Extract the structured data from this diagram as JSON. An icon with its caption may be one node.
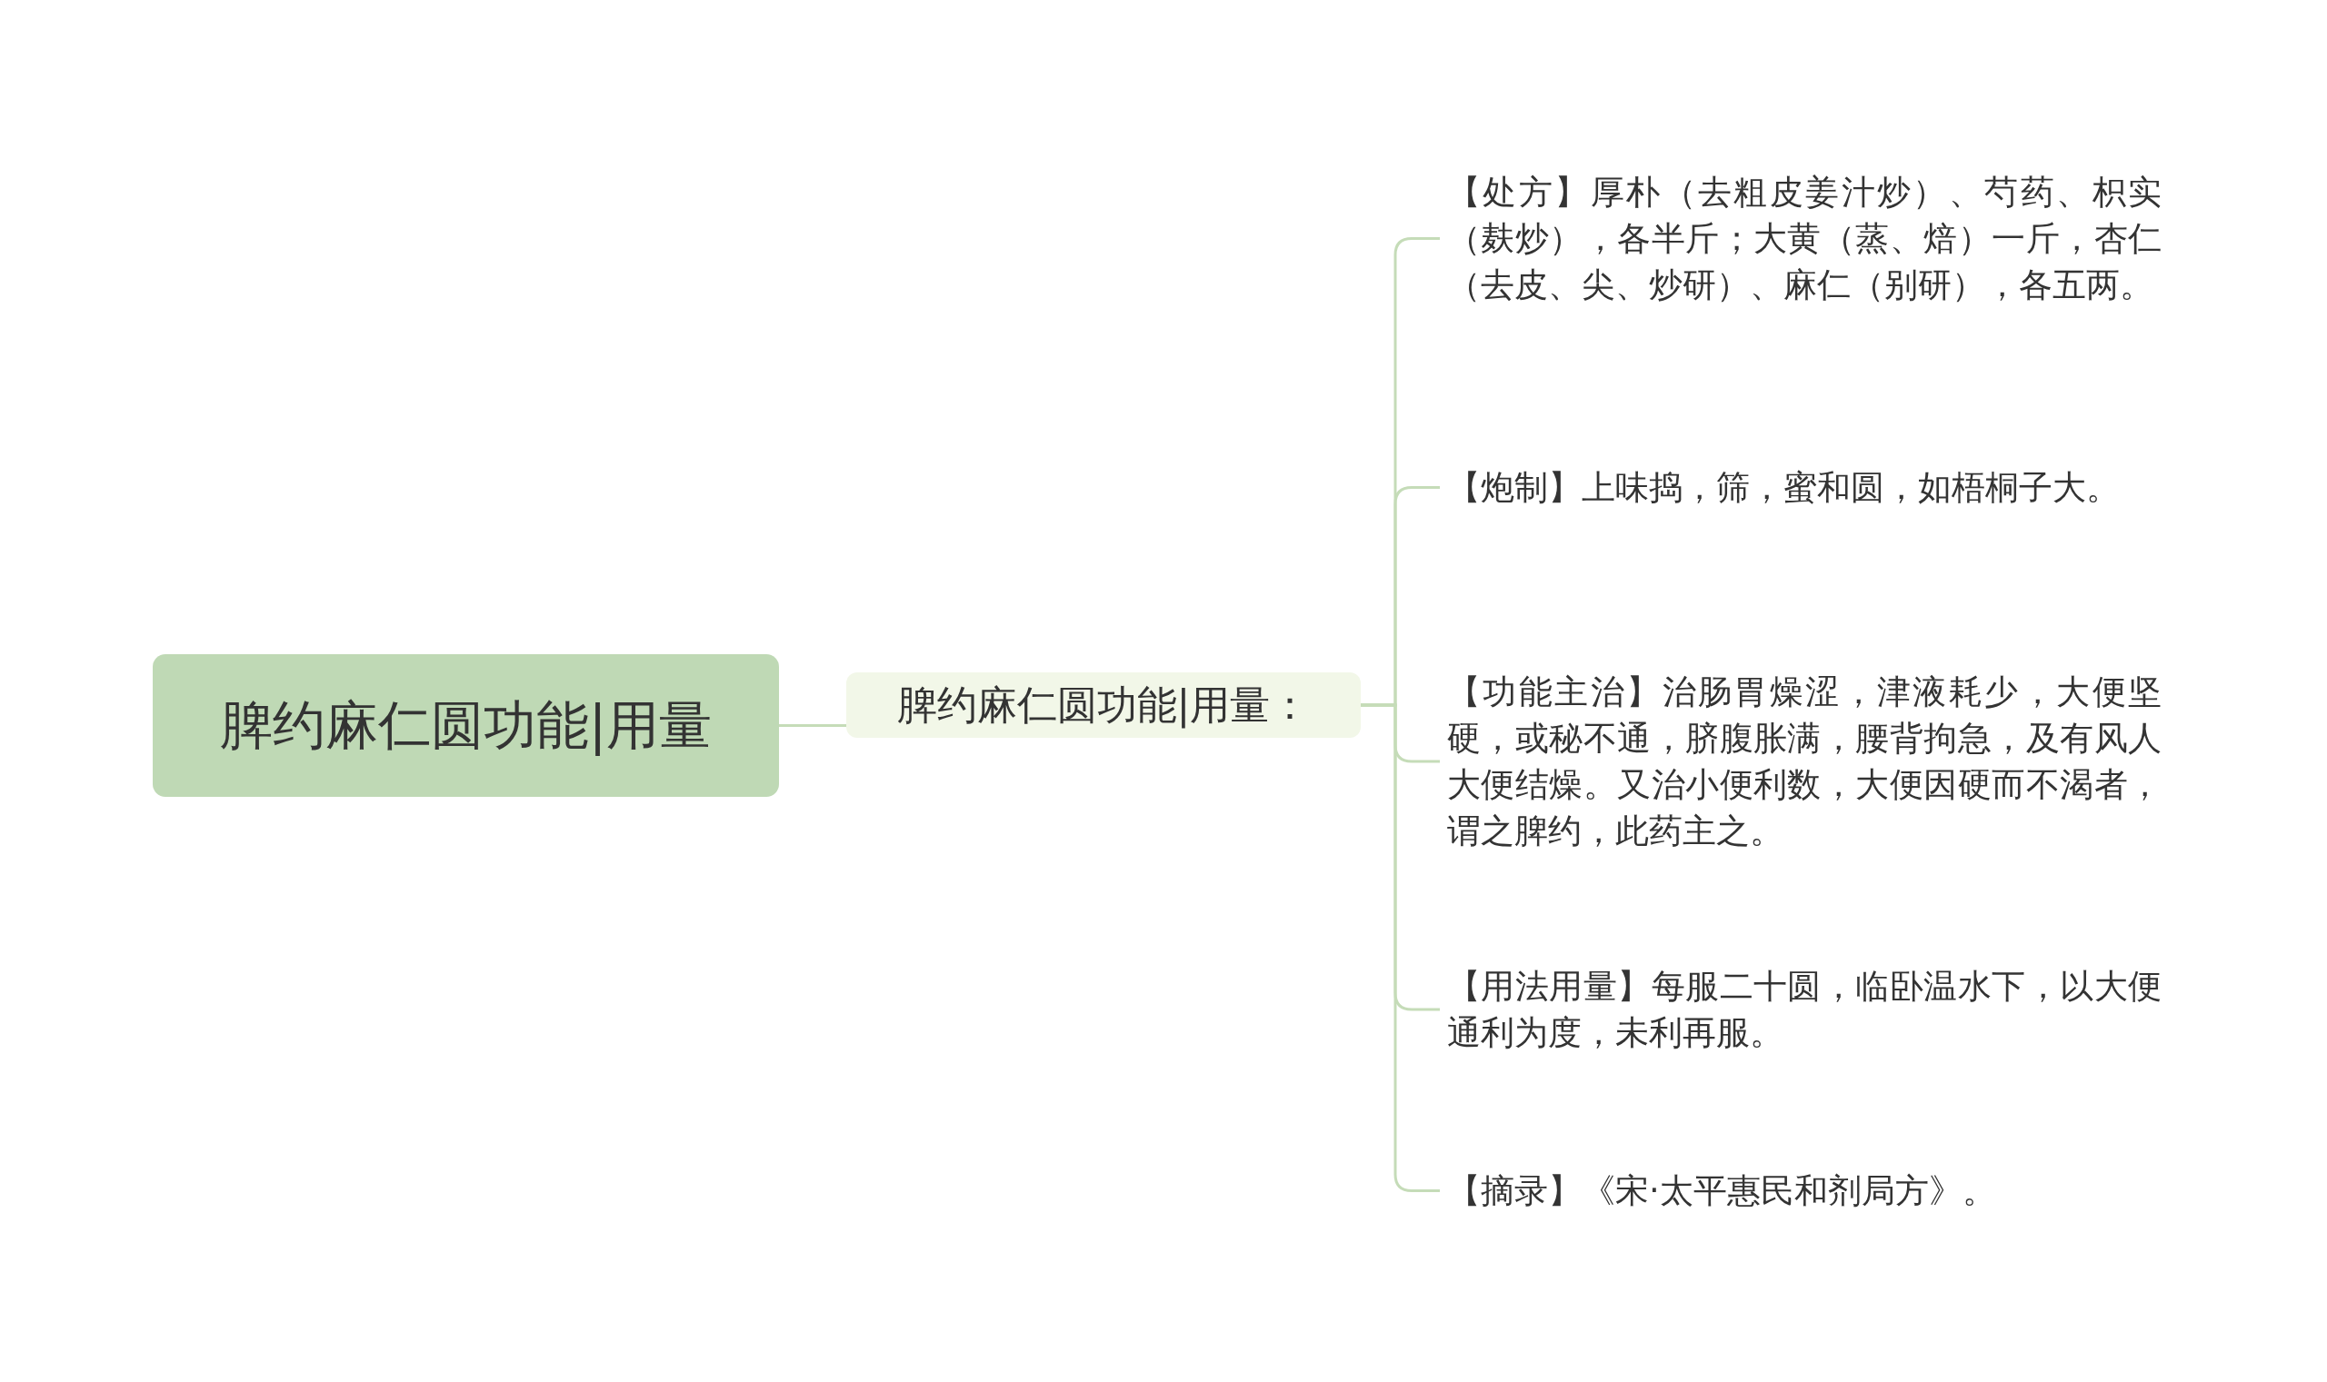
{
  "diagram": {
    "nodes": [
      {
        "text": [
          "脾约麻仁圆功能|用量"
        ]
      },
      {
        "text": [
          "脾约麻仁圆功能|用量："
        ]
      },
      {
        "text": [
          "【处方】厚朴（去粗皮姜汁炒）、芍药、枳实（麸炒），各半斤；大黄（蒸、焙）一斤，杏仁（去皮、尖、炒研）、麻仁（别研），各五两。"
        ]
      },
      {
        "text": [
          "【炮制】上味捣，筛，蜜和圆，如梧桐子大。"
        ]
      },
      {
        "text": [
          "【功能主治】治肠胃燥涩，津液耗少，大便坚硬，或秘不通，脐腹胀满，腰背拘急，及有风人大便结燥。又治小便利数，大便因硬而不渴者，谓之脾约，此药主之。"
        ]
      },
      {
        "text": [
          "【用法用量】每服二十圆，临卧温水下，以大便通利为度，未利再服。"
        ]
      },
      {
        "text": [
          "【摘录】《宋·太平惠民和剂局方》。"
        ]
      }
    ],
    "edges": [
      {
        "from": 0,
        "to": 1,
        "arrow": "none"
      },
      {
        "from": 1,
        "to": 2,
        "arrow": "none"
      },
      {
        "from": 1,
        "to": 3,
        "arrow": "none"
      },
      {
        "from": 1,
        "to": 4,
        "arrow": "none"
      },
      {
        "from": 1,
        "to": 5,
        "arrow": "none"
      },
      {
        "from": 1,
        "to": 6,
        "arrow": "none"
      }
    ]
  }
}
